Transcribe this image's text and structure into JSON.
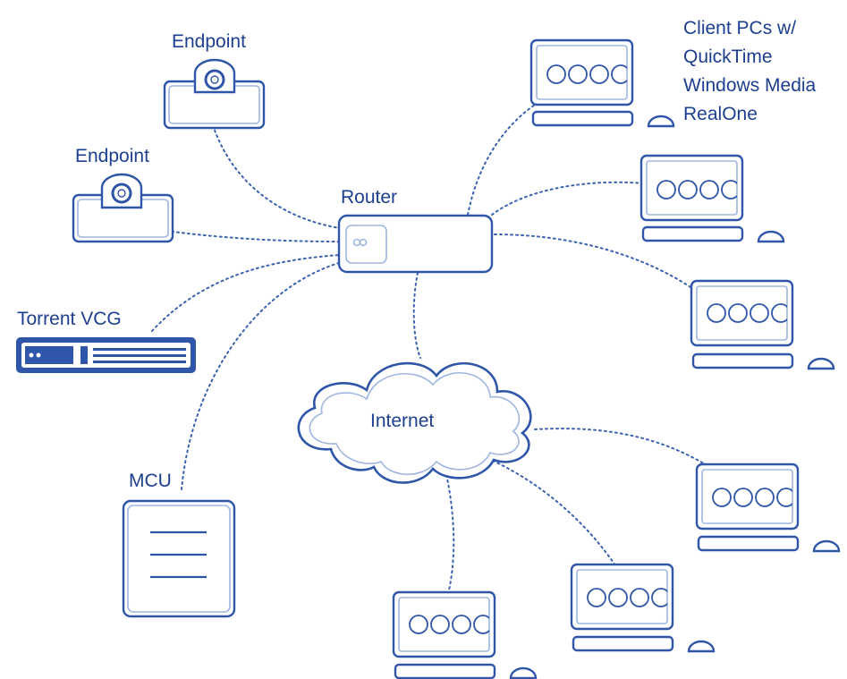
{
  "nodes": {
    "endpoint_top": "Endpoint",
    "endpoint_left": "Endpoint",
    "router": "Router",
    "vcg": "Torrent VCG",
    "mcu": "MCU",
    "internet": "Internet"
  },
  "clients_legend": [
    "Client PCs w/",
    "QuickTime",
    "Windows Media",
    "RealOne"
  ],
  "icons": {
    "endpoint": "camera-endpoint-icon",
    "router": "router-icon",
    "vcg": "rack-server-icon",
    "mcu": "mcu-server-icon",
    "cloud": "internet-cloud-icon",
    "client": "client-pc-icon"
  },
  "colors": {
    "stroke": "#2f56a8",
    "text": "#1d3f8f",
    "background": "#ffffff"
  }
}
